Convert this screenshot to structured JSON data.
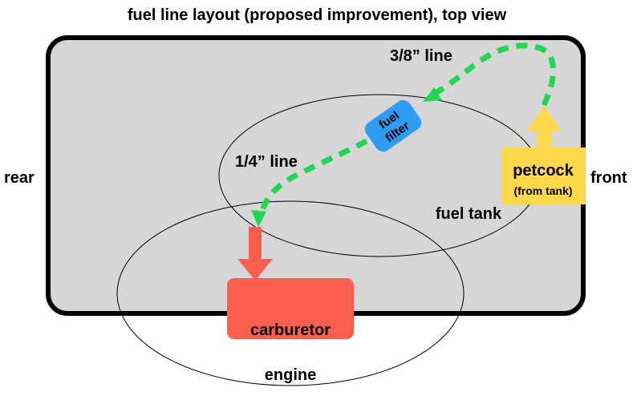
{
  "diagram": {
    "title": "fuel line layout (proposed improvement), top view",
    "labels": {
      "rear": "rear",
      "front": "front",
      "fuel_tank": "fuel tank",
      "engine": "engine",
      "line_38": "3/8” line",
      "line_14": "1/4” line"
    },
    "components": {
      "fuel_filter": {
        "line1": "fuel",
        "line2": "filter",
        "color": "#2f9cf4"
      },
      "petcock": {
        "label": "petcock",
        "sub": "(from tank)",
        "color": "#fcd84a"
      },
      "carburetor": {
        "label": "carburetor",
        "color": "#fd5f4f"
      }
    },
    "colors": {
      "frame_fill": "#d6d6d6",
      "frame_stroke": "#000000",
      "fuel_line": "#22d552",
      "petcock_arrow": "#fcd84a",
      "carb_arrow": "#fd5f4f"
    }
  }
}
